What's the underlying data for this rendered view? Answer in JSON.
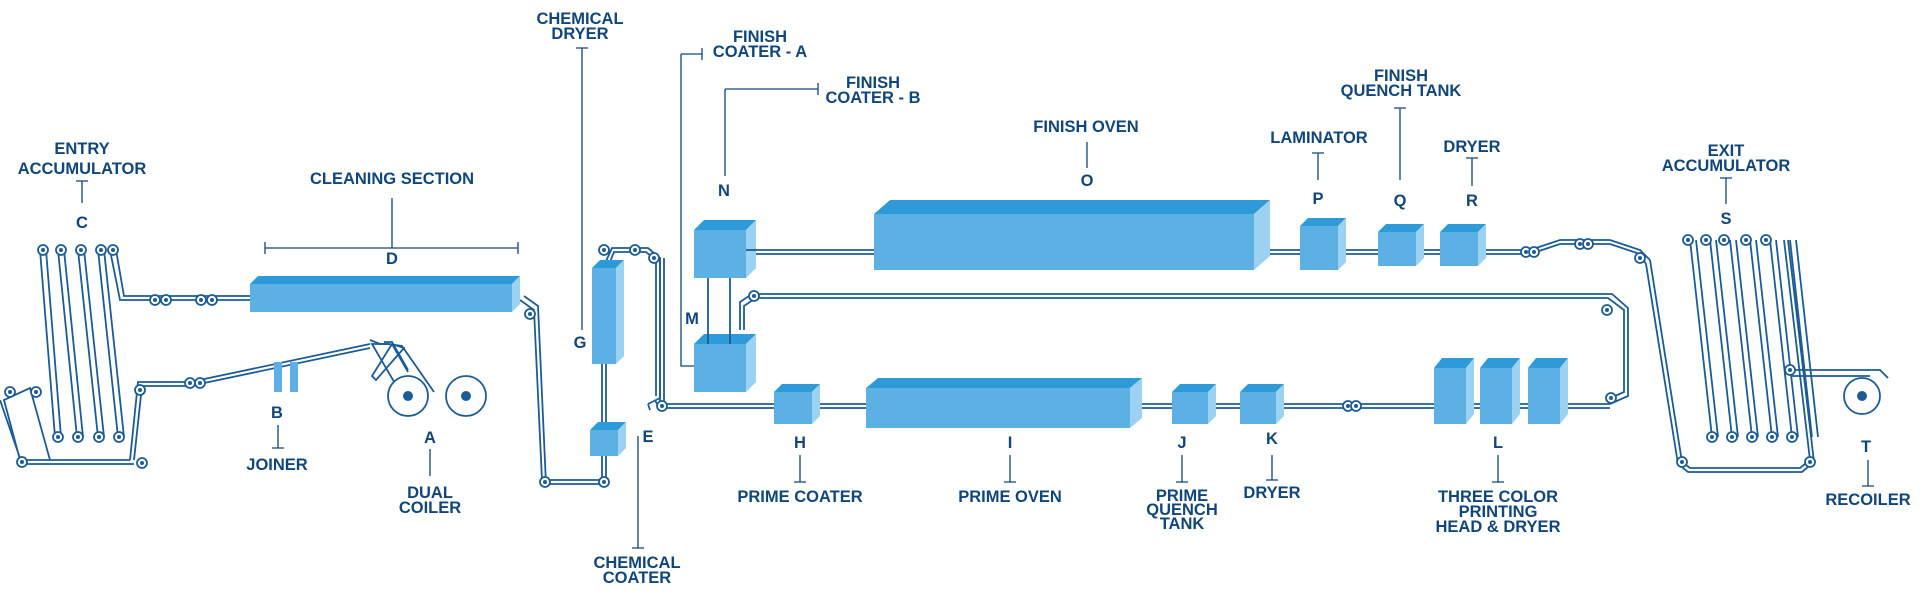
{
  "diagram": {
    "colors": {
      "label": "#10467a",
      "line": "#1c5c96",
      "box": "#5db0e3",
      "box_top": "#2e9bd8"
    },
    "labels": {
      "chemical_dryer_1": "CHEMICAL",
      "chemical_dryer_2": "DRYER",
      "finish_coater_a_1": "FINISH",
      "finish_coater_a_2": "COATER - A",
      "finish_coater_b_1": "FINISH",
      "finish_coater_b_2": "COATER - B",
      "finish_quench_1": "FINISH",
      "finish_quench_2": "QUENCH TANK",
      "finish_oven": "FINISH OVEN",
      "laminator": "LAMINATOR",
      "dryer_r": "DRYER",
      "exit_acc_1": "EXIT",
      "exit_acc_2": "ACCUMULATOR",
      "entry_acc_1": "ENTRY",
      "entry_acc_2": "ACCUMULATOR",
      "cleaning_section": "CLEANING SECTION",
      "joiner": "JOINER",
      "dual_coiler_1": "DUAL",
      "dual_coiler_2": "COILER",
      "prime_coater": "PRIME COATER",
      "prime_oven": "PRIME OVEN",
      "prime_quench_1": "PRIME",
      "prime_quench_2": "QUENCH",
      "prime_quench_3": "TANK",
      "dryer_k": "DRYER",
      "three_color_1": "THREE COLOR",
      "three_color_2": "PRINTING",
      "three_color_3": "HEAD & DRYER",
      "recoiler": "RECOILER",
      "chemical_coater_1": "CHEMICAL",
      "chemical_coater_2": "COATER"
    },
    "letters": {
      "A": "A",
      "B": "B",
      "C": "C",
      "D": "D",
      "E": "E",
      "G": "G",
      "H": "H",
      "I": "I",
      "J": "J",
      "K": "K",
      "L": "L",
      "M": "M",
      "N": "N",
      "O": "O",
      "P": "P",
      "Q": "Q",
      "R": "R",
      "S": "S",
      "T": "T"
    }
  }
}
